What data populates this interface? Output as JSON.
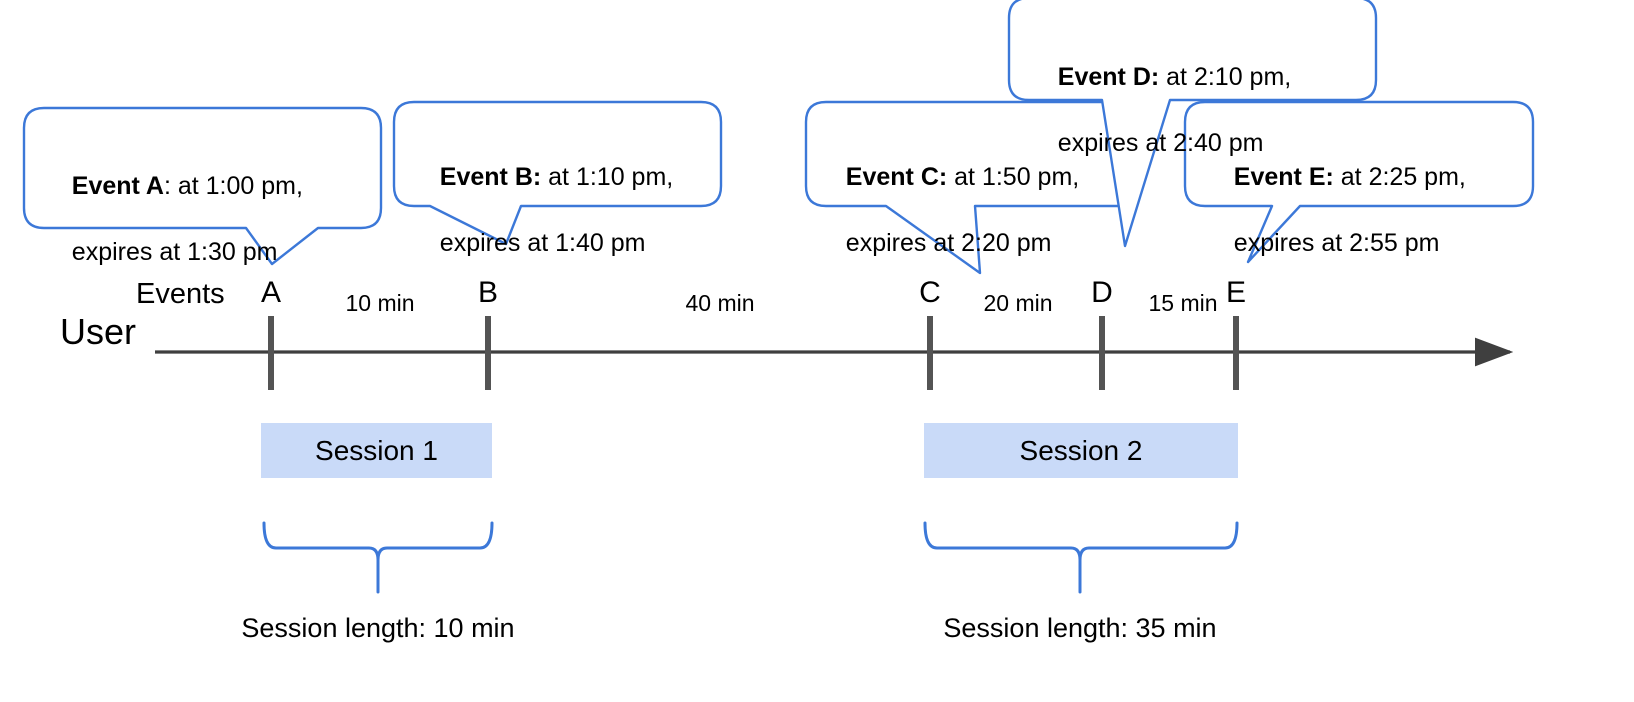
{
  "diagram": {
    "title": "Session timeline with expiring events",
    "accent_blue": "#3c78d8",
    "session_fill": "#c9daf8",
    "axis_color": "#3f3f3f",
    "axis_name": "User",
    "events_row_label": "Events",
    "callouts": [
      {
        "id": "A",
        "bold": "Event A",
        "sep": ": ",
        "line1_rest": "at 1:00 pm,",
        "line2": "expires at 1:30 pm"
      },
      {
        "id": "B",
        "bold": "Event B:",
        "sep": " ",
        "line1_rest": "at 1:10 pm,",
        "line2": "expires at 1:40 pm"
      },
      {
        "id": "C",
        "bold": "Event C:",
        "sep": " ",
        "line1_rest": "at 1:50 pm,",
        "line2": "expires at 2:20 pm"
      },
      {
        "id": "D",
        "bold": "Event D:",
        "sep": " ",
        "line1_rest": "at 2:10 pm,",
        "line2": "expires at 2:40 pm"
      },
      {
        "id": "E",
        "bold": "Event E:",
        "sep": " ",
        "line1_rest": "at 2:25 pm,",
        "line2": "expires at 2:55 pm"
      }
    ],
    "event_markers": [
      {
        "letter": "A",
        "time": "1:00 pm",
        "expires": "1:30 pm"
      },
      {
        "letter": "B",
        "time": "1:10 pm",
        "expires": "1:40 pm"
      },
      {
        "letter": "C",
        "time": "1:50 pm",
        "expires": "2:20 pm"
      },
      {
        "letter": "D",
        "time": "2:10 pm",
        "expires": "2:40 pm"
      },
      {
        "letter": "E",
        "time": "2:25 pm",
        "expires": "2:55 pm"
      }
    ],
    "gaps": [
      {
        "from": "A",
        "to": "B",
        "label": "10 min"
      },
      {
        "from": "B",
        "to": "C",
        "label": "40 min"
      },
      {
        "from": "C",
        "to": "D",
        "label": "20 min"
      },
      {
        "from": "D",
        "to": "E",
        "label": "15 min"
      }
    ],
    "sessions": [
      {
        "name": "Session 1",
        "length_label": "Session length: 10 min",
        "events": [
          "A",
          "B"
        ]
      },
      {
        "name": "Session 2",
        "length_label": "Session length: 35 min",
        "events": [
          "C",
          "D",
          "E"
        ]
      }
    ]
  }
}
